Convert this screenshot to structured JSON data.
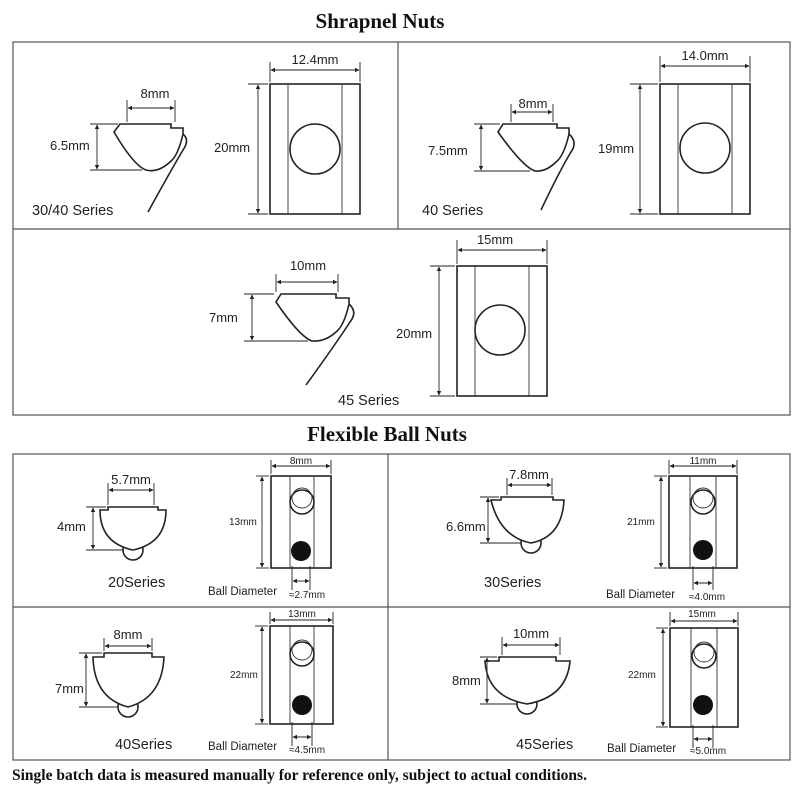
{
  "titles": {
    "shrapnel": "Shrapnel Nuts",
    "ball": "Flexible Ball Nuts"
  },
  "shrapnel": [
    {
      "series": "30/40 Series",
      "top_width": "8mm",
      "profile_height": "6.5mm",
      "plate_width": "12.4mm",
      "plate_length": "20mm"
    },
    {
      "series": "40 Series",
      "top_width": "8mm",
      "profile_height": "7.5mm",
      "plate_width": "14.0mm",
      "plate_length": "19mm"
    },
    {
      "series": "45 Series",
      "top_width": "10mm",
      "profile_height": "7mm",
      "plate_width": "15mm",
      "plate_length": "20mm"
    }
  ],
  "ball_nuts": [
    {
      "series": "20Series",
      "top_width": "5.7mm",
      "profile_height": "4mm",
      "plate_width": "8mm",
      "plate_length": "13mm",
      "ball_label": "Ball Diameter",
      "ball_value": "≈2.7mm"
    },
    {
      "series": "30Series",
      "top_width": "7.8mm",
      "profile_height": "6.6mm",
      "plate_width": "11mm",
      "plate_length": "21mm",
      "ball_label": "Ball Diameter",
      "ball_value": "≈4.0mm"
    },
    {
      "series": "40Series",
      "top_width": "8mm",
      "profile_height": "7mm",
      "plate_width": "13mm",
      "plate_length": "22mm",
      "ball_label": "Ball Diameter",
      "ball_value": "≈4.5mm"
    },
    {
      "series": "45Series",
      "top_width": "10mm",
      "profile_height": "8mm",
      "plate_width": "15mm",
      "plate_length": "22mm",
      "ball_label": "Ball Diameter",
      "ball_value": "≈5.0mm"
    }
  ],
  "footnote": "Single batch data is measured manually for reference only, subject to actual conditions."
}
